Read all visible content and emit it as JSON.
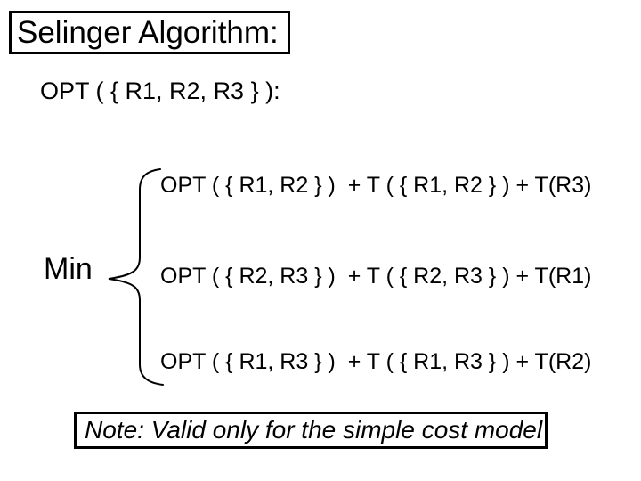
{
  "slide": {
    "title": "Selinger Algorithm:",
    "subtitle": "OPT ( { R1, R2, R3 } ):",
    "min_label": "Min",
    "options": [
      "OPT ( { R1, R2 } )  + T ( { R1, R2 } ) + T(R3)",
      "OPT ( { R2, R3 } )  + T ( { R2, R3 } ) + T(R1)",
      "OPT ( { R1, R3 } )  + T ( { R1, R3 } ) + T(R2)"
    ],
    "note": "Note: Valid only for the simple cost model",
    "colors": {
      "background": "#ffffff",
      "text": "#000000",
      "border": "#000000"
    }
  }
}
